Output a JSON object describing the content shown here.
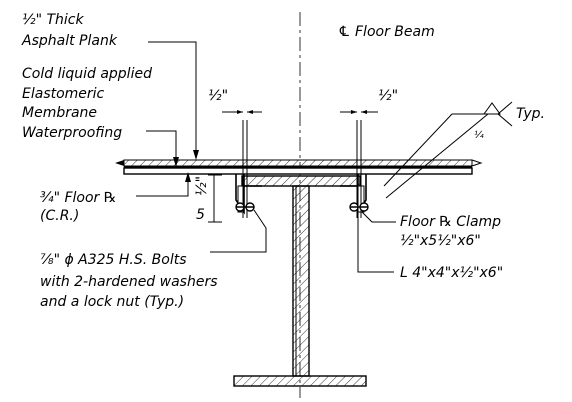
{
  "labels": {
    "asphalt_line1": "½\" Thick",
    "asphalt_line2": "Asphalt Plank",
    "membrane_line1": "Cold liquid applied",
    "membrane_line2": "Elastomeric",
    "membrane_line3": "Membrane",
    "membrane_line4": "Waterproofing",
    "floor_beam": "℄ Floor Beam",
    "dim_left": "½\"",
    "dim_right": "½\"",
    "typ": "Typ.",
    "weld_size": "¼",
    "floor_plate_line1": "¾\" Floor ℞",
    "floor_plate_line2": "(C.R.)",
    "dim_vertical_1": "½\"",
    "dim_vertical_2": "5",
    "clamp_line1": "Floor ℞ Clamp",
    "clamp_line2": "½\"x5½\"x6\"",
    "bolts_line1": "⅞\" ϕ A325 H.S. Bolts",
    "bolts_line2": "with 2-hardened washers",
    "bolts_line3": "and a lock nut (Typ.)",
    "angle": "L 4\"x4\"x½\"x6\""
  }
}
